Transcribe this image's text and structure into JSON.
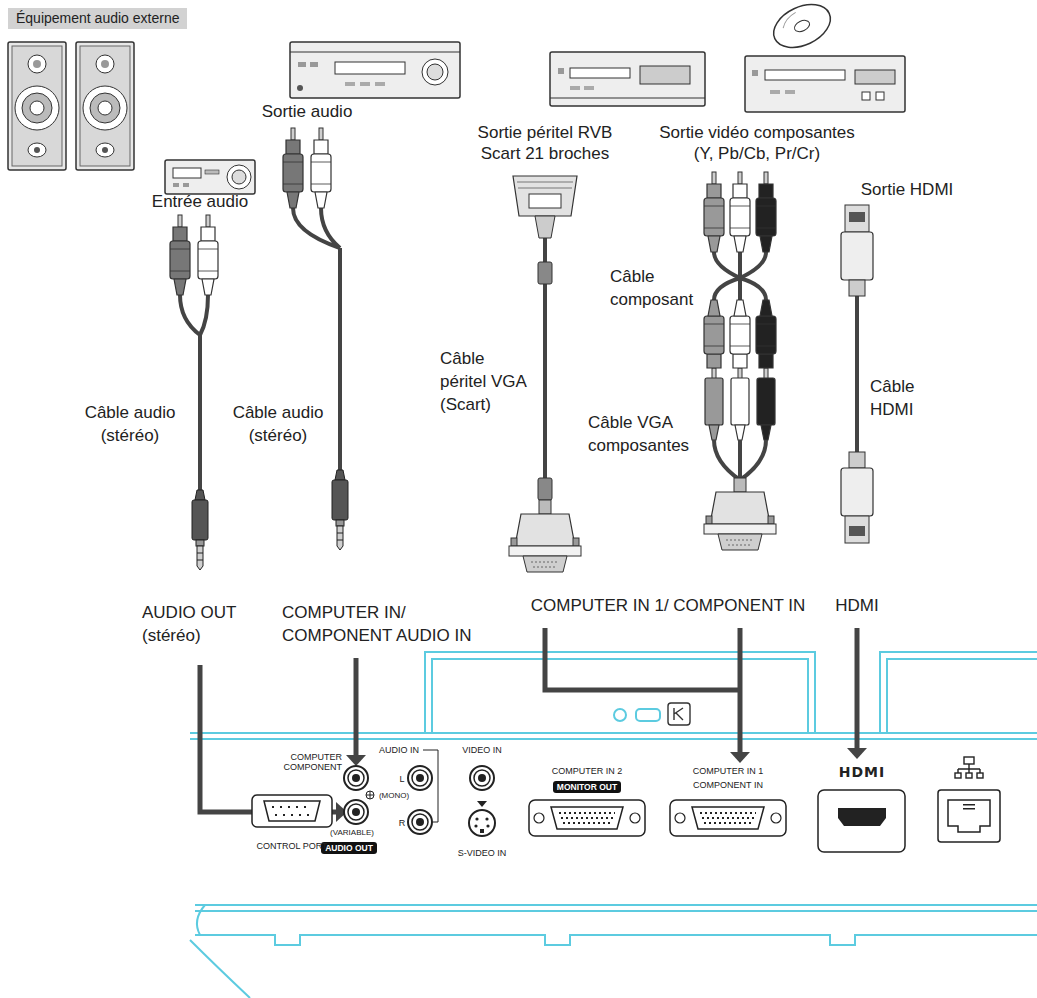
{
  "diagram": {
    "nodes": [
      {
        "text": [
          "Équipement audio externe"
        ]
      },
      {
        "text": [
          "AUDIO OUT"
        ]
      },
      {
        "text": [
          "MONITOR OUT"
        ]
      }
    ],
    "labels": [
      "Entrée audio",
      "Sortie audio",
      "Sortie péritel RVB Scart 21 broches",
      "Sortie vidéo composantes (Y, Pb/Cb, Pr/Cr)",
      "Sortie HDMI",
      "Câble composant",
      "Câble audio (stéréo)",
      "Câble audio (stéréo)",
      "Câble péritel VGA (Scart)",
      "Câble VGA composantes",
      "Câble HDMI",
      "AUDIO OUT (stéréo)",
      "COMPUTER IN/ COMPONENT AUDIO IN",
      "COMPUTER IN 1/ COMPONENT IN",
      "HDMI",
      "COMPUTER COMPONENT",
      "AUDIO IN",
      "L",
      "(MONO)",
      "R",
      "(VARIABLE)",
      "VIDEO IN",
      "S-VIDEO IN",
      "CONTROL PORT",
      "COMPUTER IN 2",
      "COMPUTER IN 1",
      "COMPONENT IN",
      "HDMI"
    ]
  }
}
